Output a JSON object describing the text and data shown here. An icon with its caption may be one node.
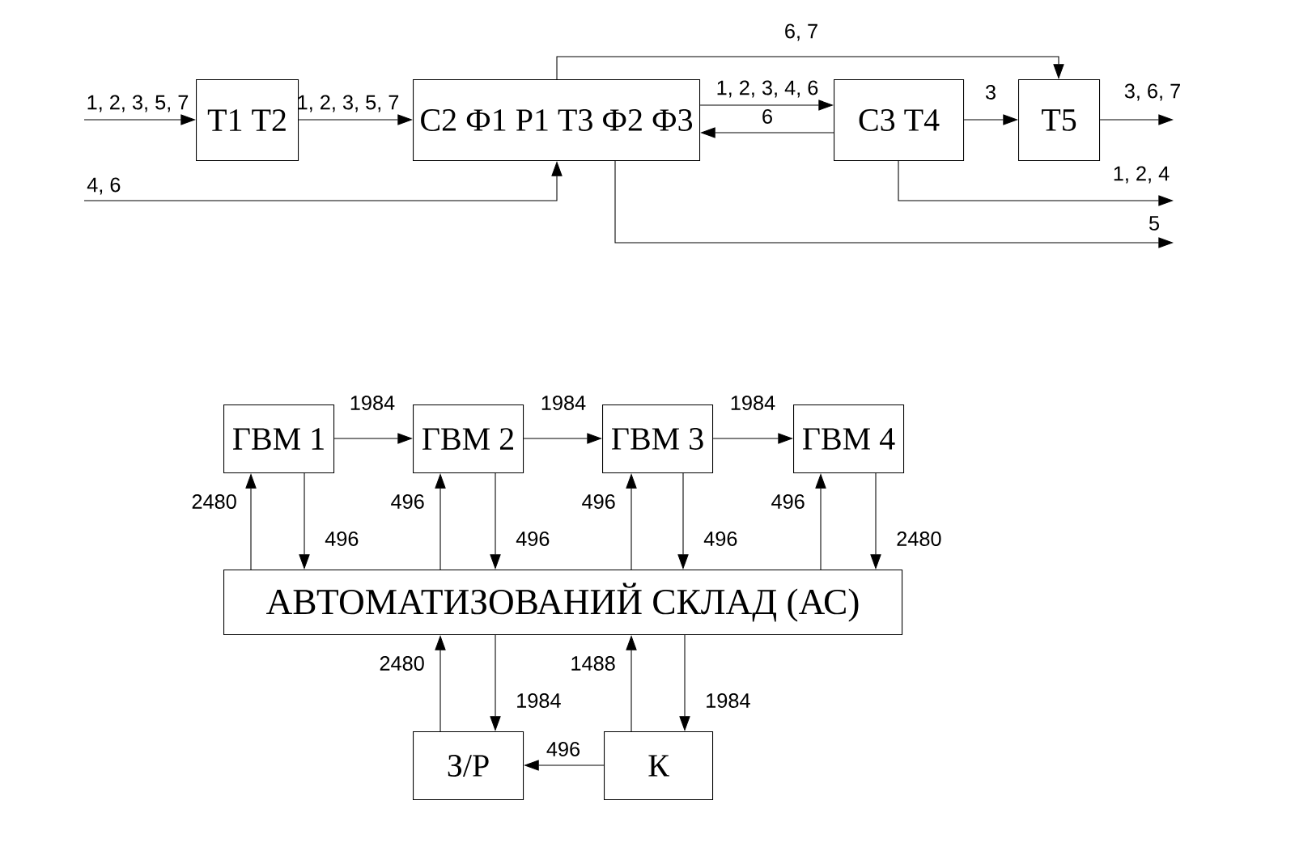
{
  "diagram": {
    "nodes": [
      {
        "text": [
          "Т1 Т2"
        ]
      },
      {
        "text": [
          "С2 Ф1 Р1 Т3 Ф2 Ф3"
        ]
      },
      {
        "text": [
          "С3 Т4"
        ]
      },
      {
        "text": [
          "Т5"
        ]
      },
      {
        "text": [
          "ГВМ 1"
        ]
      },
      {
        "text": [
          "ГВМ 2"
        ]
      },
      {
        "text": [
          "ГВМ 3"
        ]
      },
      {
        "text": [
          "ГВМ 4"
        ]
      },
      {
        "text": [
          "АВТОМАТИЗОВАНИЙ СКЛАД  (АС)"
        ]
      },
      {
        "text": [
          "З/Р"
        ]
      },
      {
        "text": [
          "К"
        ]
      }
    ],
    "edges": [
      {
        "from": null,
        "to": 0,
        "arrow": "to",
        "label": "1, 2, 3, 5, 7"
      },
      {
        "from": 0,
        "to": 1,
        "arrow": "to",
        "label": "1, 2, 3, 5, 7"
      },
      {
        "from": null,
        "to": 1,
        "arrow": "to",
        "label": "4, 6"
      },
      {
        "from": 1,
        "to": 3,
        "arrow": "to",
        "label": "6, 7"
      },
      {
        "from": 1,
        "to": 2,
        "arrow": "to",
        "label": "1, 2, 3, 4, 6"
      },
      {
        "from": 2,
        "to": 1,
        "arrow": "to",
        "label": "6"
      },
      {
        "from": 2,
        "to": 3,
        "arrow": "to",
        "label": "3"
      },
      {
        "from": 3,
        "to": null,
        "arrow": "to",
        "label": "3, 6, 7"
      },
      {
        "from": 2,
        "to": null,
        "arrow": "to",
        "label": "1, 2, 4"
      },
      {
        "from": 1,
        "to": null,
        "arrow": "to",
        "label": "5"
      },
      {
        "from": 4,
        "to": 5,
        "arrow": "to",
        "label": "1984"
      },
      {
        "from": 5,
        "to": 6,
        "arrow": "to",
        "label": "1984"
      },
      {
        "from": 6,
        "to": 7,
        "arrow": "to",
        "label": "1984"
      },
      {
        "from": 8,
        "to": 4,
        "arrow": "to",
        "label": "2480"
      },
      {
        "from": 4,
        "to": 8,
        "arrow": "to",
        "label": "496"
      },
      {
        "from": 8,
        "to": 5,
        "arrow": "to",
        "label": "496"
      },
      {
        "from": 5,
        "to": 8,
        "arrow": "to",
        "label": "496"
      },
      {
        "from": 8,
        "to": 6,
        "arrow": "to",
        "label": "496"
      },
      {
        "from": 6,
        "to": 8,
        "arrow": "to",
        "label": "496"
      },
      {
        "from": 8,
        "to": 7,
        "arrow": "to",
        "label": "496"
      },
      {
        "from": 7,
        "to": 8,
        "arrow": "to",
        "label": "2480"
      },
      {
        "from": 9,
        "to": 8,
        "arrow": "to",
        "label": "2480"
      },
      {
        "from": 8,
        "to": 9,
        "arrow": "to",
        "label": "1984"
      },
      {
        "from": 10,
        "to": 8,
        "arrow": "to",
        "label": "1488"
      },
      {
        "from": 8,
        "to": 10,
        "arrow": "to",
        "label": "1984"
      },
      {
        "from": 10,
        "to": 9,
        "arrow": "to",
        "label": "496"
      }
    ]
  }
}
